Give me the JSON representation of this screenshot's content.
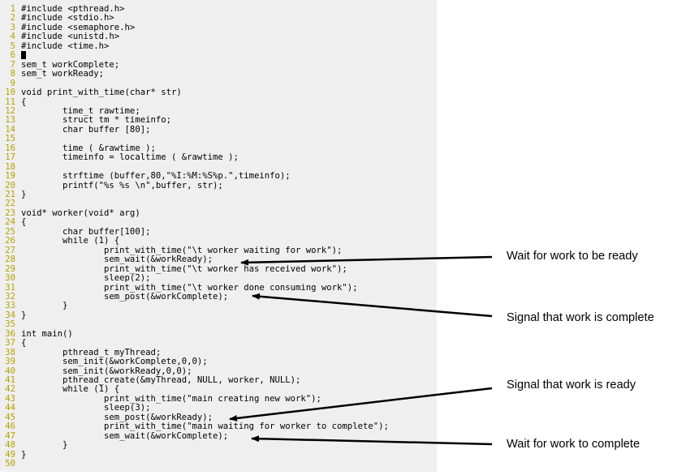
{
  "editor": {
    "lines": [
      {
        "n": "1",
        "text": "#include <pthread.h>"
      },
      {
        "n": "2",
        "text": "#include <stdio.h>"
      },
      {
        "n": "3",
        "text": "#include <semaphore.h>"
      },
      {
        "n": "4",
        "text": "#include <unistd.h>"
      },
      {
        "n": "5",
        "text": "#include <time.h>"
      },
      {
        "n": "6",
        "text": ""
      },
      {
        "n": "7",
        "text": "sem_t workComplete;"
      },
      {
        "n": "8",
        "text": "sem_t workReady;"
      },
      {
        "n": "9",
        "text": ""
      },
      {
        "n": "10",
        "text": "void print_with_time(char* str)"
      },
      {
        "n": "11",
        "text": "{"
      },
      {
        "n": "12",
        "text": "        time_t rawtime;"
      },
      {
        "n": "13",
        "text": "        struct tm * timeinfo;"
      },
      {
        "n": "14",
        "text": "        char buffer [80];"
      },
      {
        "n": "15",
        "text": ""
      },
      {
        "n": "16",
        "text": "        time ( &rawtime );"
      },
      {
        "n": "17",
        "text": "        timeinfo = localtime ( &rawtime );"
      },
      {
        "n": "18",
        "text": ""
      },
      {
        "n": "19",
        "text": "        strftime (buffer,80,\"%I:%M:%S%p.\",timeinfo);"
      },
      {
        "n": "20",
        "text": "        printf(\"%s %s \\n\",buffer, str);"
      },
      {
        "n": "21",
        "text": "}"
      },
      {
        "n": "22",
        "text": ""
      },
      {
        "n": "23",
        "text": "void* worker(void* arg)"
      },
      {
        "n": "24",
        "text": "{"
      },
      {
        "n": "25",
        "text": "        char buffer[100];"
      },
      {
        "n": "26",
        "text": "        while (1) {"
      },
      {
        "n": "27",
        "text": "                print_with_time(\"\\t worker waiting for work\");"
      },
      {
        "n": "28",
        "text": "                sem_wait(&workReady);"
      },
      {
        "n": "29",
        "text": "                print_with_time(\"\\t worker has received work\");"
      },
      {
        "n": "30",
        "text": "                sleep(2);"
      },
      {
        "n": "31",
        "text": "                print_with_time(\"\\t worker done consuming work\");"
      },
      {
        "n": "32",
        "text": "                sem_post(&workComplete);"
      },
      {
        "n": "33",
        "text": "        }"
      },
      {
        "n": "34",
        "text": "}"
      },
      {
        "n": "35",
        "text": ""
      },
      {
        "n": "36",
        "text": "int main()"
      },
      {
        "n": "37",
        "text": "{"
      },
      {
        "n": "38",
        "text": "        pthread_t myThread;"
      },
      {
        "n": "39",
        "text": "        sem_init(&workComplete,0,0);"
      },
      {
        "n": "40",
        "text": "        sem_init(&workReady,0,0);"
      },
      {
        "n": "41",
        "text": "        pthread_create(&myThread, NULL, worker, NULL);"
      },
      {
        "n": "42",
        "text": "        while (1) {"
      },
      {
        "n": "43",
        "text": "                print_with_time(\"main creating new work\");"
      },
      {
        "n": "44",
        "text": "                sleep(3);"
      },
      {
        "n": "45",
        "text": "                sem_post(&workReady);"
      },
      {
        "n": "46",
        "text": "                print_with_time(\"main waiting for worker to complete\");"
      },
      {
        "n": "47",
        "text": "                sem_wait(&workComplete);"
      },
      {
        "n": "48",
        "text": "        }"
      },
      {
        "n": "49",
        "text": "}"
      },
      {
        "n": "50",
        "text": ""
      }
    ]
  },
  "annotations": {
    "wait_ready": "Wait for work to be ready",
    "signal_complete": "Signal that work is complete",
    "signal_ready": "Signal that work is ready",
    "wait_complete": "Wait for work to complete"
  }
}
